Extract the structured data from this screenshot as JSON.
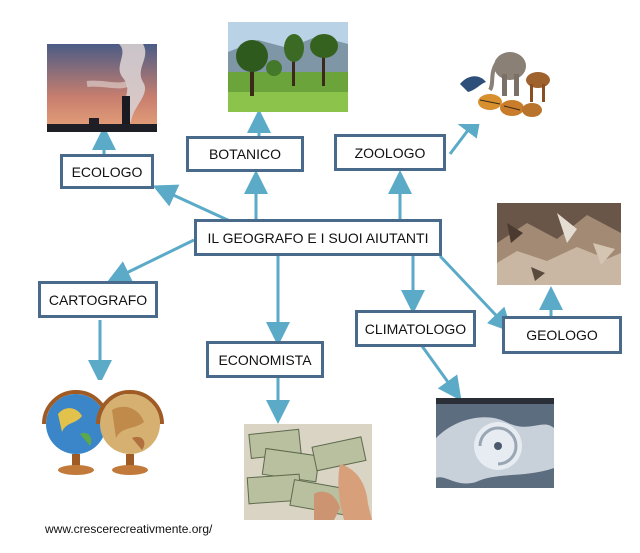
{
  "diagram": {
    "center": "IL GEOGRAFO E I SUOI AIUTANTI",
    "helpers": {
      "ecologo": "ECOLOGO",
      "botanico": "BOTANICO",
      "zoologo": "ZOOLOGO",
      "cartografo": "CARTOGRAFO",
      "economista": "ECONOMISTA",
      "climatologo": "CLIMATOLOGO",
      "geologo": "GEOLOGO"
    },
    "credit": "www.crescerecreativmente.org/",
    "arrow_color": "#5aaac8",
    "box_border_color": "#4a6a8c"
  }
}
